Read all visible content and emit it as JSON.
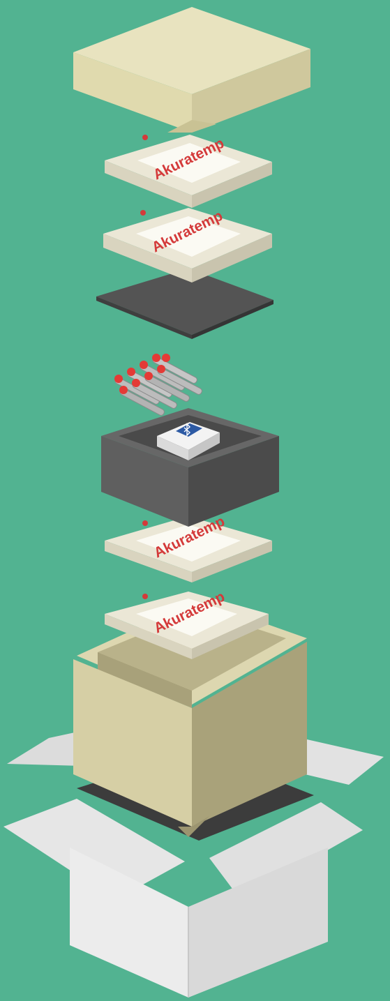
{
  "scene": {
    "background": "#52b391",
    "brand_text": "Akuratemp",
    "colors": {
      "lid_cream": "#e8e3bf",
      "liner_khaki": "#cfc89d",
      "ice_pack_white": "#f6f3e6",
      "label_red": "#d43a3a",
      "divider_dark": "#545454",
      "box_dark": "#5a5a5a",
      "bluetooth_blue": "#2d5aa4",
      "carton_white": "#f0f0f0"
    }
  },
  "layers": [
    {
      "name": "outer-lid"
    },
    {
      "name": "ice-pack",
      "label": "Akuratemp"
    },
    {
      "name": "ice-pack",
      "label": "Akuratemp"
    },
    {
      "name": "dark-divider-plate"
    },
    {
      "name": "sample-tubes"
    },
    {
      "name": "payload-box",
      "icon": "bluetooth-icon"
    },
    {
      "name": "ice-pack",
      "label": "Akuratemp"
    },
    {
      "name": "ice-pack",
      "label": "Akuratemp"
    },
    {
      "name": "insulated-liner"
    },
    {
      "name": "cardboard-carton"
    }
  ]
}
